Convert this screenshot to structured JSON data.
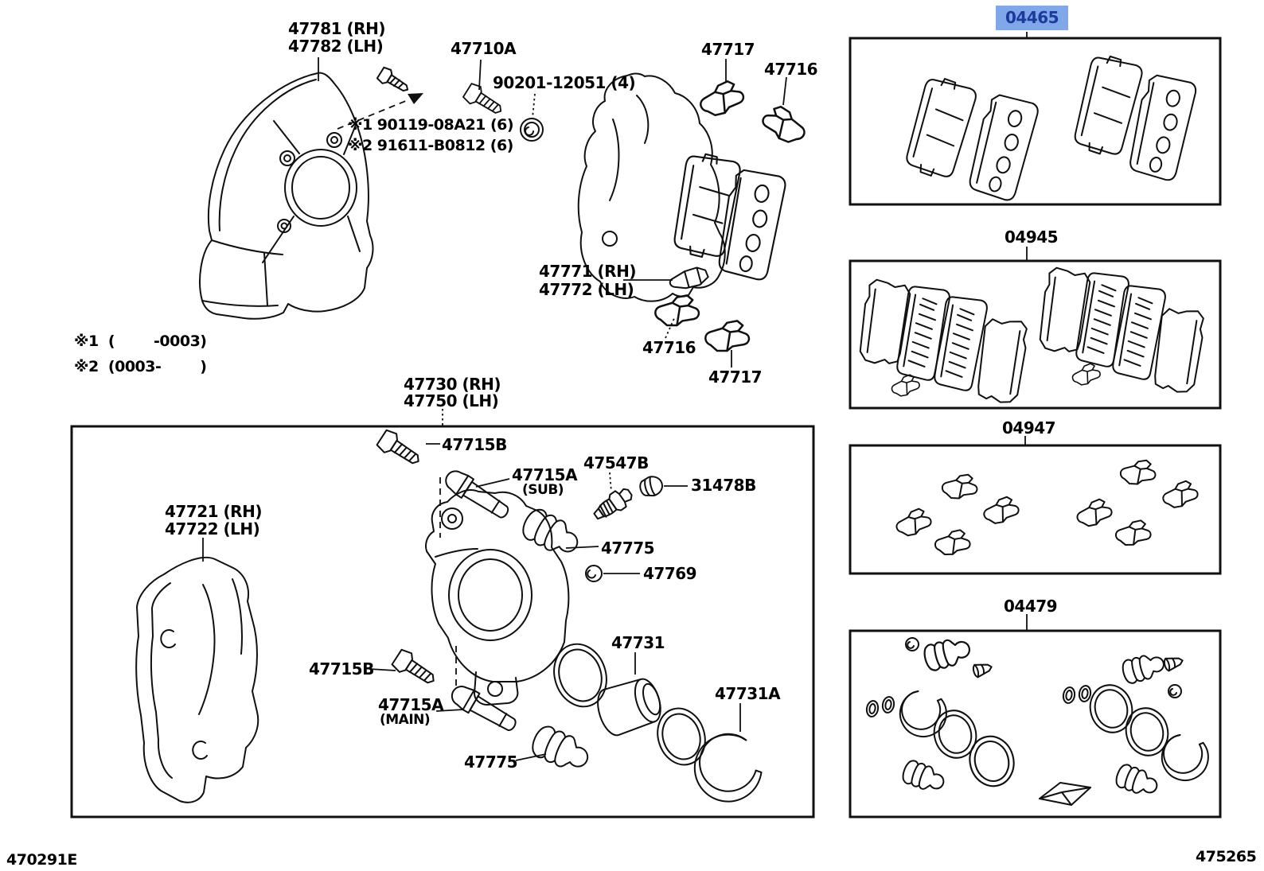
{
  "colors": {
    "line": "#101010",
    "highlight_bg": "#7fa7ea",
    "highlight_text": "#1d3a9a"
  },
  "callouts": {
    "dustcover_rh": "47781 (RH)",
    "dustcover_lh": "47782 (LH)",
    "bolt_47710a": "47710A",
    "nut_90201": "90201-12051 (4)",
    "note1_bolt": "※1 90119-08A21 (6)",
    "note2_bolt": "※2 91611-B0812 (6)",
    "clip_47717_top": "47717",
    "clip_47716_top": "47716",
    "support_47771_rh": "47771 (RH)",
    "support_47772_lh": "47772 (LH)",
    "clip_47716_bottom": "47716",
    "clip_47717_bottom": "47717",
    "caliper_rh": "47730 (RH)",
    "caliper_lh": "47750 (LH)",
    "bolt_47715b_top": "47715B",
    "pin_47715a_sub": "47715A",
    "pin_sub_suffix": "(SUB)",
    "bleeder_47547b": "47547B",
    "cap_31478b": "31478B",
    "boot_47775_top": "47775",
    "nut_47769": "47769",
    "plate_47721_rh": "47721 (RH)",
    "plate_47722_lh": "47722 (LH)",
    "bolt_47715b_bottom": "47715B",
    "pin_47715a_main": "47715A",
    "pin_main_suffix": "(MAIN)",
    "boot_47775_bottom": "47775",
    "piston_47731": "47731",
    "ring_47731a": "47731A"
  },
  "notes": {
    "note1_range": "※1  (        -0003)",
    "note2_range": "※2  (0003-        )"
  },
  "kits": [
    {
      "code": "04465",
      "highlighted": true
    },
    {
      "code": "04945",
      "highlighted": false
    },
    {
      "code": "04947",
      "highlighted": false
    },
    {
      "code": "04479",
      "highlighted": false
    }
  ],
  "footer": {
    "left_code": "470291E",
    "right_code": "475265"
  }
}
